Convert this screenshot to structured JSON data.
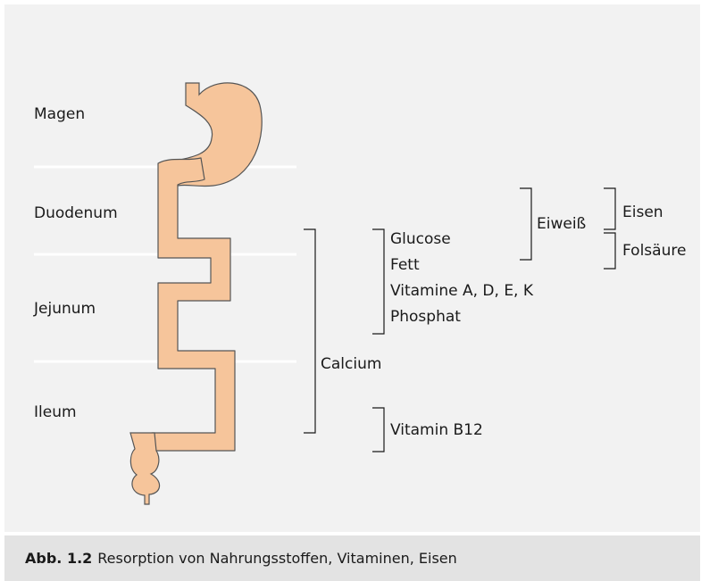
{
  "figure": {
    "sections": [
      "Magen",
      "Duodenum",
      "Jejunum",
      "Ileum"
    ],
    "nutrients": [
      "Glucose",
      "Fett",
      "Vitamine A, D, E, K",
      "Phosphat"
    ],
    "calcium": "Calcium",
    "vitamin_b12": "Vitamin B12",
    "eiweiss": "Eiweiß",
    "eisen": "Eisen",
    "folsaeure": "Folsäure"
  },
  "caption": {
    "number": "Abb. 1.2",
    "text": "Resorption von Nahrungsstoffen, Vitaminen, Eisen"
  },
  "colors": {
    "organ_fill": "#f6c59b",
    "organ_stroke": "#555555",
    "panel_background": "#f2f2f2",
    "caption_background": "#e3e3e3"
  }
}
